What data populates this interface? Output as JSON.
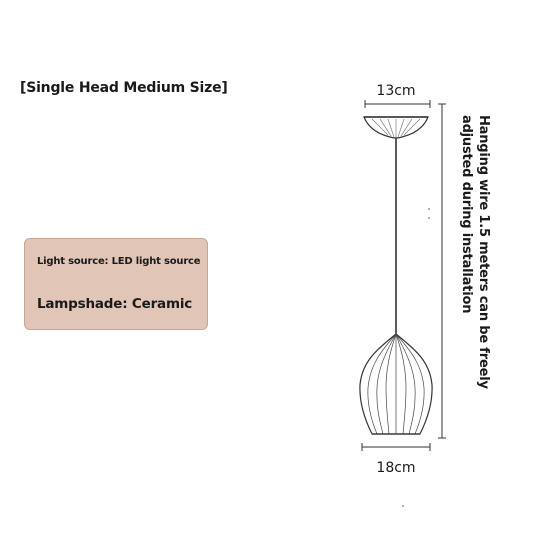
{
  "heading": "[Single Head Medium Size]",
  "specs": {
    "light_source": "Light source: LED light source",
    "lampshade": "Lampshade: Ceramic"
  },
  "dimensions": {
    "canopy_width": "13cm",
    "shade_width": "18cm"
  },
  "wire_note": {
    "line1": "Hanging wire 1.5 meters can be freely",
    "line2": "adjusted during installation"
  }
}
